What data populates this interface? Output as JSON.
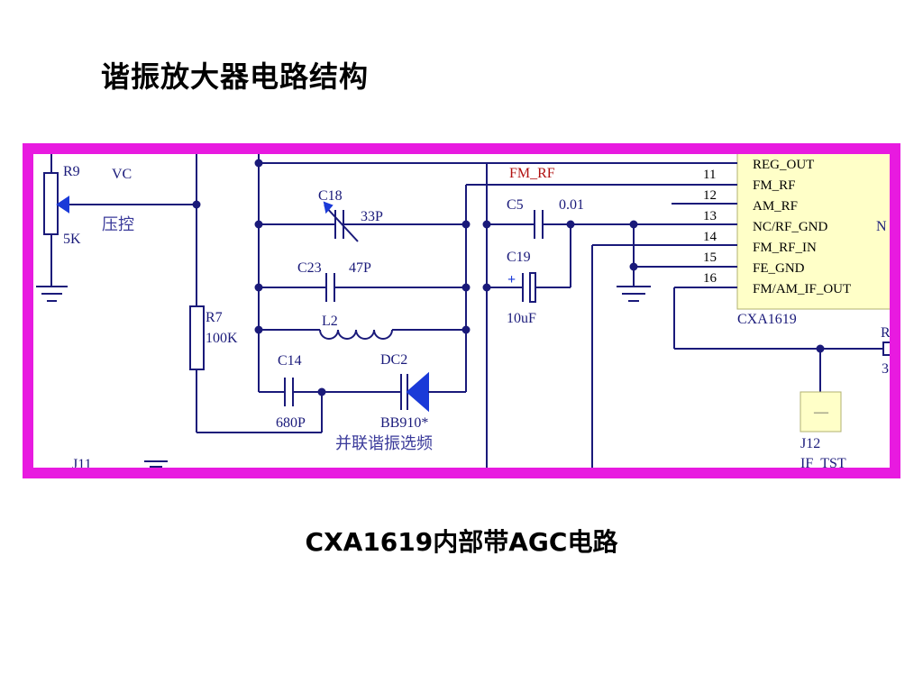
{
  "slide": {
    "title": "谐振放大器电路结构",
    "caption": "CXA1619内部带AGC电路"
  },
  "colors": {
    "frame": "#e81ae0",
    "wire": "#1a1a7a",
    "ic_fill": "#ffffc8",
    "diode": "#1a3ad8"
  },
  "schematic": {
    "components": {
      "r9": {
        "ref": "R9",
        "value": "5K"
      },
      "vc": "VC",
      "yakong": "压控",
      "r7": {
        "ref": "R7",
        "value": "100K"
      },
      "c18": {
        "ref": "C18",
        "value": "33P"
      },
      "c23": {
        "ref": "C23",
        "value": "47P"
      },
      "l2": {
        "ref": "L2"
      },
      "c14": {
        "ref": "C14",
        "value": "680P"
      },
      "dc2": {
        "ref": "DC2",
        "value": "BB910*"
      },
      "parallel_label": "并联谐振选频",
      "c5": {
        "ref": "C5",
        "value": "0.01"
      },
      "c19": {
        "ref": "C19",
        "value": "10uF",
        "plus": "+"
      },
      "j11": "J11",
      "j12": {
        "ref": "J12",
        "value": "IF_TST",
        "pin": "—"
      },
      "ic": {
        "name": "CXA1619"
      },
      "fm_rf_net": "FM_RF",
      "edge_n": "N",
      "edge_r": "R",
      "edge_3": "3"
    },
    "ic_pins": [
      {
        "num": "",
        "name": "REG_OUT"
      },
      {
        "num": "11",
        "name": "FM_RF"
      },
      {
        "num": "12",
        "name": "AM_RF"
      },
      {
        "num": "13",
        "name": "NC/RF_GND"
      },
      {
        "num": "14",
        "name": "FM_RF_IN"
      },
      {
        "num": "15",
        "name": "FE_GND"
      },
      {
        "num": "16",
        "name": "FM/AM_IF_OUT"
      }
    ]
  }
}
